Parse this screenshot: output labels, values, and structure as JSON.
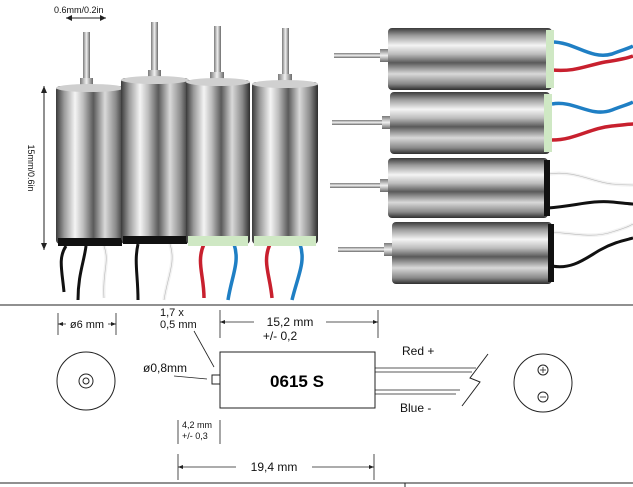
{
  "photo": {
    "shaft_width_label": "0.6mm/0.2in",
    "height_label": "15mm/0.6in"
  },
  "drawing": {
    "body_diameter_label": "ø6 mm",
    "shaft_diameter_label": "ø0,8mm",
    "shoulder_label_line1": "1,7 x",
    "shoulder_label_line2": "0,5 mm",
    "body_length_label": "15,2 mm",
    "body_length_tolerance": "+/- 0,2",
    "shaft_length_label_line1": "4,2 mm",
    "shaft_length_label_line2": "+/- 0,3",
    "total_length_label": "19,4 mm",
    "model_label": "0615 S",
    "wire_red_label": "Red +",
    "wire_blue_label": "Blue -"
  },
  "colors": {
    "wire_red": "#c8202e",
    "wire_blue": "#1f7fc4",
    "wire_black": "#111111",
    "wire_white": "#f2f2f2",
    "ring_green": "#cfe8c4"
  }
}
